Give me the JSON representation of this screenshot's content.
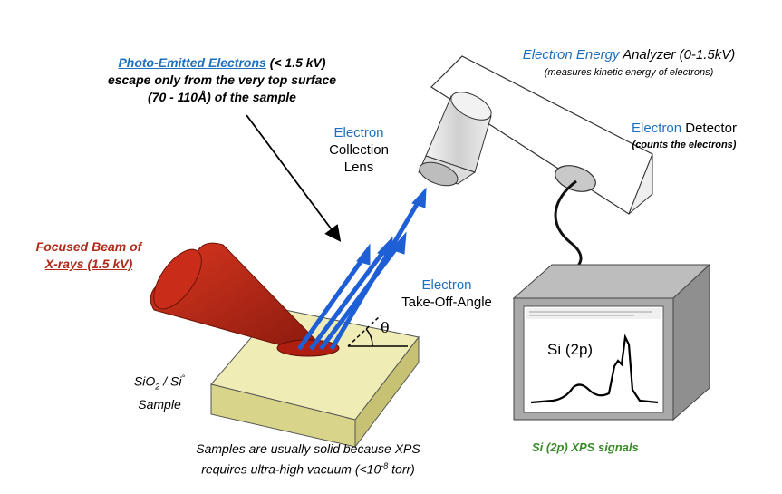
{
  "photo_emitted": {
    "title": "Photo-Emitted Electrons",
    "energy": "(< 1.5 kV)",
    "line2": "escape only from the very top surface",
    "line3": "(70 - 110Å) of the sample"
  },
  "analyzer": {
    "title_part1": "Electron Energy",
    "title_part2": "Analyzer  (0-1.5kV)",
    "subtitle": "(measures kinetic energy of electrons)"
  },
  "detector": {
    "title_part1": "Electron",
    "title_part2": "Detector",
    "subtitle": "(counts the electrons)"
  },
  "lens": {
    "line1": "Electron",
    "line2": "Collection",
    "line3": "Lens"
  },
  "xray": {
    "line1": "Focused Beam of",
    "line2": "X-rays (1.5 kV)"
  },
  "takeoff": {
    "line1": "Electron",
    "line2": "Take-Off-Angle",
    "symbol": "θ"
  },
  "sample": {
    "line1_a": "SiO",
    "line1_sub": "2",
    "line1_b": " / Si",
    "line1_sup": "°",
    "line2": "Sample"
  },
  "monitor": {
    "spectrum_label": "Si (2p)",
    "caption": "Si (2p) XPS signals"
  },
  "footer": {
    "line1": "Samples are usually solid because XPS",
    "line2_a": "requires ultra-high vacuum (<10",
    "line2_sup": "-8",
    "line2_b": " torr)"
  },
  "colors": {
    "accent_blue": "#1f6fbf",
    "xray_red": "#c0281a",
    "sample_yellow": "#e6e3a6",
    "monitor_gray": "#9a9a9a",
    "caption_green": "#3a8a2a"
  }
}
